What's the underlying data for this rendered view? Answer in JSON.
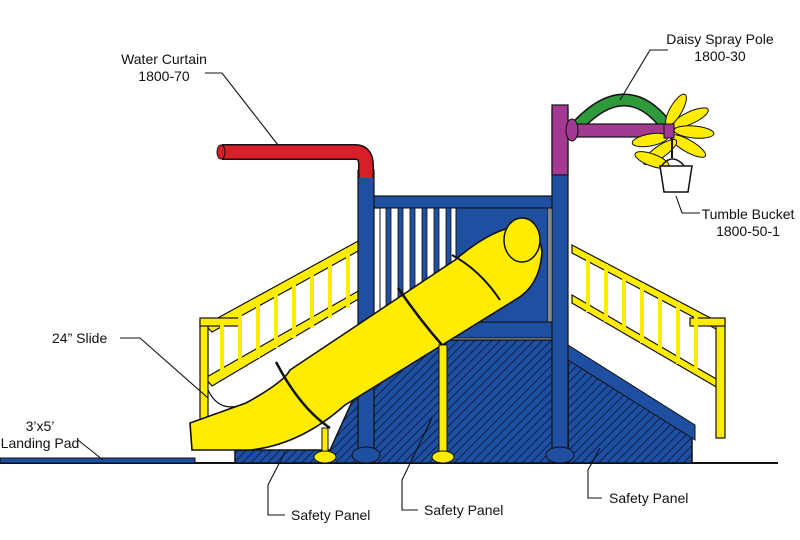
{
  "colors": {
    "blue": "#1f4fa0",
    "yellow": "#ffec00",
    "red": "#d71f2a",
    "purple": "#a33a92",
    "green": "#2e9a3c",
    "outline": "#111111"
  },
  "callouts": {
    "water_curtain": {
      "name": "Water Curtain",
      "code": "1800-70"
    },
    "daisy_spray_pole": {
      "name": "Daisy Spray Pole",
      "code": "1800-30"
    },
    "tumble_bucket": {
      "name": "Tumble Bucket",
      "code": "1800-50-1"
    },
    "slide": {
      "name": "24” Slide"
    },
    "landing_pad": {
      "line1": "3’x5’",
      "line2": "Landing Pad"
    },
    "safety_panels": [
      "Safety Panel",
      "Safety Panel",
      "Safety Panel"
    ]
  }
}
